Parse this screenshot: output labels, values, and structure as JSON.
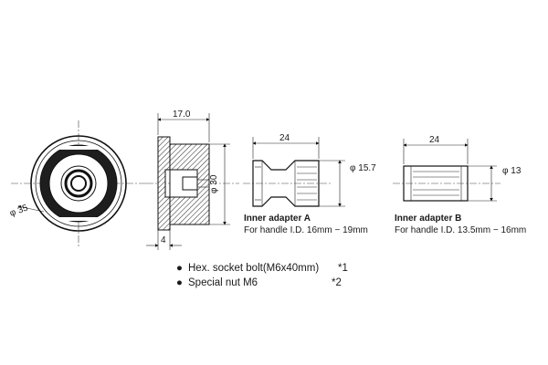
{
  "dimensions": {
    "width_17": "17.0",
    "dia_30": "φ 30",
    "dia_35": "φ 35",
    "step_4": "4",
    "len_a": "24",
    "dia_a": "φ 15.7",
    "len_b": "24",
    "dia_b": "φ 13"
  },
  "adapter_a": {
    "title": "Inner adapter A",
    "subtitle": "For handle I.D. 16mm − 19mm"
  },
  "adapter_b": {
    "title": "Inner adapter B",
    "subtitle": "For handle I.D. 13.5mm − 16mm"
  },
  "notes": [
    {
      "bullet": "●",
      "text": "Hex. socket bolt(M6x40mm)",
      "mark": "*1"
    },
    {
      "bullet": "●",
      "text": "Special nut M6",
      "mark": "*2"
    }
  ],
  "colors": {
    "line": "#111111",
    "text": "#1a1a1a",
    "hatch": "#333333"
  }
}
